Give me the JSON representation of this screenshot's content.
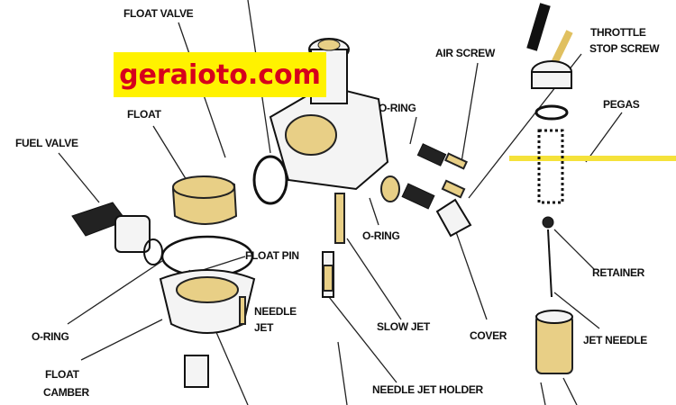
{
  "watermark": {
    "text": "geraioto.com",
    "bg_color": "#fff200",
    "text_color": "#d6001c"
  },
  "labels": {
    "float_valve": "FLOAT VALVE",
    "float": "FLOAT",
    "fuel_valve": "FUEL VALVE",
    "o_ring_left": "O-RING",
    "float_camber": [
      "FLOAT",
      "CAMBER"
    ],
    "float_pin": "FLOAT PIN",
    "needle_jet": [
      "NEEDLE",
      "JET"
    ],
    "slow_jet": "SLOW JET",
    "o_ring_mid": "O-RING",
    "o_ring_top": "O-RING",
    "air_screw": "AIR SCREW",
    "throttle_stop_screw": [
      "THROTTLE",
      "STOP SCREW"
    ],
    "pegas": "PEGAS",
    "retainer": "RETAINER",
    "jet_needle": "JET NEEDLE",
    "cover": "COVER",
    "needle_jet_holder": "NEEDLE JET HOLDER"
  }
}
